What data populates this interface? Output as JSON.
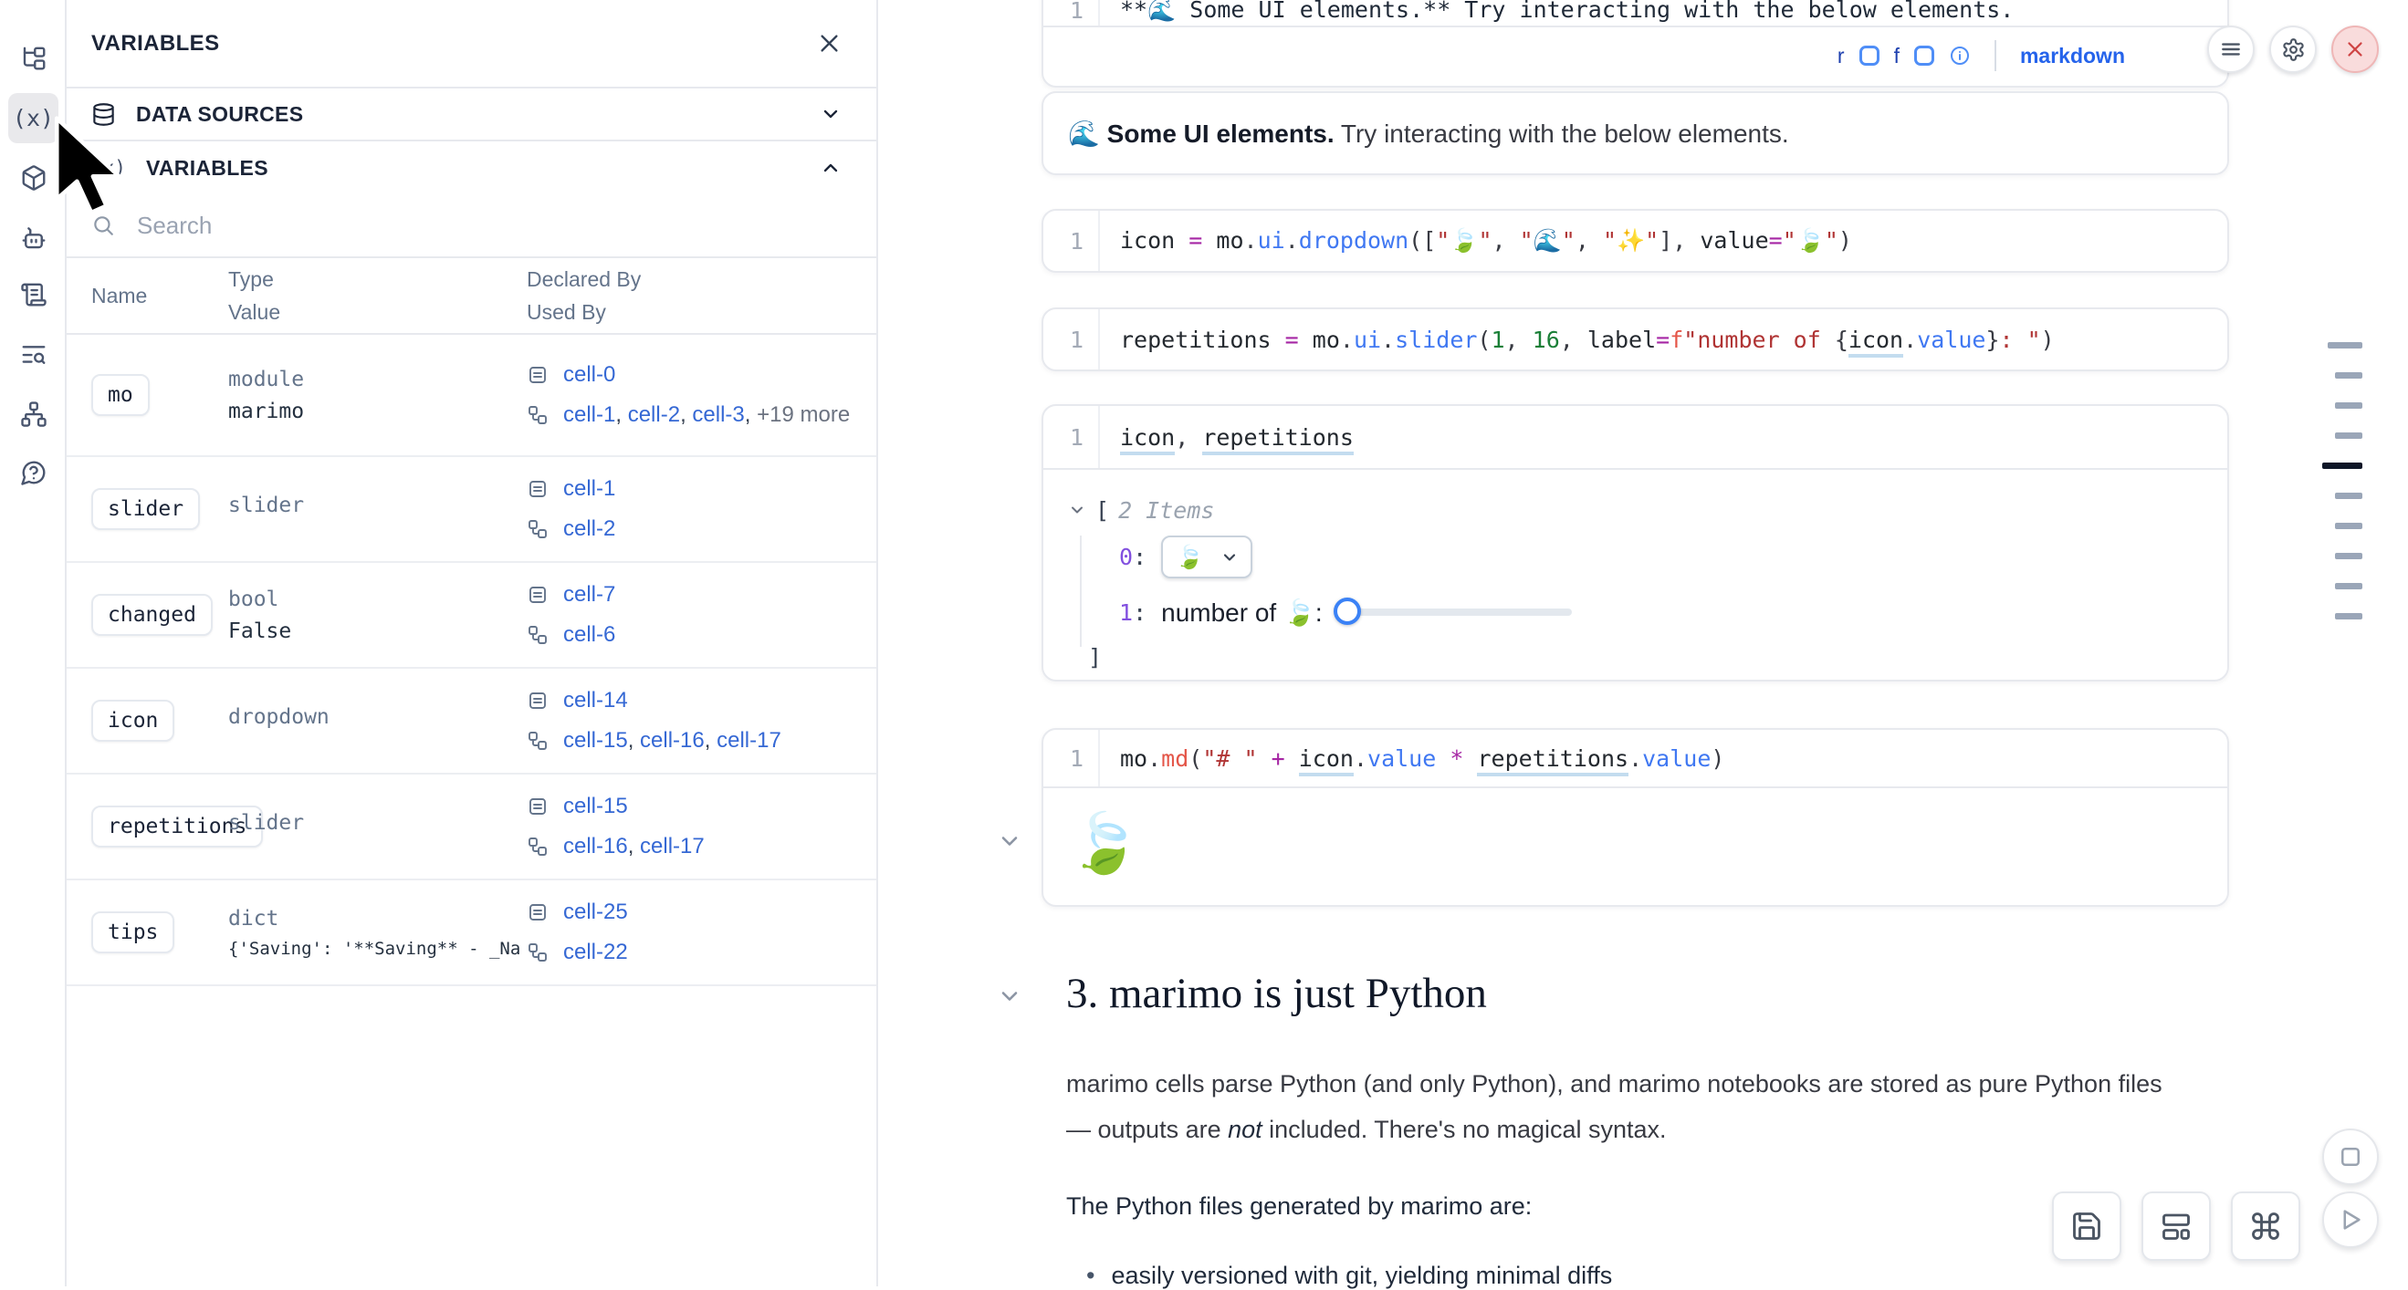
{
  "panel": {
    "title": "VARIABLES",
    "sections": {
      "data_sources": "DATA SOURCES",
      "variables": "VARIABLES"
    },
    "search_placeholder": "Search",
    "table": {
      "headers": {
        "name": "Name",
        "type": "Type",
        "value": "Value",
        "declared_by": "Declared By",
        "used_by": "Used By"
      },
      "rows": [
        {
          "name": "mo",
          "type": "module",
          "value": "marimo",
          "declared": "cell-0",
          "used_tokens": [
            {
              "t": "cell-1",
              "c": "link",
              "n": "cell-link",
              "i": true
            },
            {
              "t": ",  ",
              "c": "sep"
            },
            {
              "t": "cell-2",
              "c": "link",
              "n": "cell-link",
              "i": true
            },
            {
              "t": ",  ",
              "c": "sep"
            },
            {
              "t": "cell-3",
              "c": "link",
              "n": "cell-link",
              "i": true
            },
            {
              "t": ",  ",
              "c": "sep"
            },
            {
              "t": "+19 more",
              "c": "more",
              "n": "more-cells-label"
            }
          ]
        },
        {
          "name": "slider",
          "type": "slider",
          "value": "",
          "declared": "cell-1",
          "used_tokens": [
            {
              "t": "cell-2",
              "c": "link",
              "n": "cell-link",
              "i": true
            }
          ]
        },
        {
          "name": "changed",
          "type": "bool",
          "value": "False",
          "declared": "cell-7",
          "used_tokens": [
            {
              "t": "cell-6",
              "c": "link",
              "n": "cell-link",
              "i": true
            }
          ]
        },
        {
          "name": "icon",
          "type": "dropdown",
          "value": "",
          "declared": "cell-14",
          "used_tokens": [
            {
              "t": "cell-15",
              "c": "link",
              "n": "cell-link",
              "i": true
            },
            {
              "t": ",  ",
              "c": "sep"
            },
            {
              "t": "cell-16",
              "c": "link",
              "n": "cell-link",
              "i": true
            },
            {
              "t": ",  ",
              "c": "sep"
            },
            {
              "t": "cell-17",
              "c": "link",
              "n": "cell-link",
              "i": true
            }
          ]
        },
        {
          "name": "repetitions",
          "type": "slider",
          "value": "",
          "declared": "cell-15",
          "used_tokens": [
            {
              "t": "cell-16",
              "c": "link",
              "n": "cell-link",
              "i": true
            },
            {
              "t": ",  ",
              "c": "sep"
            },
            {
              "t": "cell-17",
              "c": "link",
              "n": "cell-link",
              "i": true
            }
          ]
        },
        {
          "name": "tips",
          "type": "dict",
          "value": "{'Saving': '**Saving** - _Na...",
          "declared": "cell-25",
          "used_tokens": [
            {
              "t": "cell-22",
              "c": "link",
              "n": "cell-link",
              "i": true
            }
          ]
        }
      ]
    }
  },
  "notebook": {
    "md_cell": {
      "line_no": "1",
      "source_tokens": [
        {
          "t": "**🌊 Some UI elements.** Try interacting with the below elements.",
          "c": "md"
        }
      ],
      "controls": {
        "r_label": "r",
        "f_label": "f",
        "language": "markdown"
      },
      "output_tokens": [
        {
          "t": "🌊 ",
          "c": "p"
        },
        {
          "t": "Some UI elements.",
          "c": "b"
        },
        {
          "t": " Try interacting with the below elements.",
          "c": "p"
        }
      ]
    },
    "cell_dropdown": {
      "line_no": "1",
      "tokens": [
        {
          "t": "icon",
          "c": "v"
        },
        {
          "t": " ",
          "c": "p"
        },
        {
          "t": "=",
          "c": "o"
        },
        {
          "t": " ",
          "c": "p"
        },
        {
          "t": "mo",
          "c": "v"
        },
        {
          "t": ".",
          "c": "p"
        },
        {
          "t": "ui",
          "c": "f"
        },
        {
          "t": ".",
          "c": "p"
        },
        {
          "t": "dropdown",
          "c": "f"
        },
        {
          "t": "([",
          "c": "p"
        },
        {
          "t": "\"🍃\"",
          "c": "s"
        },
        {
          "t": ", ",
          "c": "p"
        },
        {
          "t": "\"🌊\"",
          "c": "s"
        },
        {
          "t": ", ",
          "c": "p"
        },
        {
          "t": "\"✨\"",
          "c": "s"
        },
        {
          "t": "], ",
          "c": "p"
        },
        {
          "t": "value",
          "c": "v"
        },
        {
          "t": "=",
          "c": "o"
        },
        {
          "t": "\"🍃\"",
          "c": "s"
        },
        {
          "t": ")",
          "c": "p"
        }
      ]
    },
    "cell_slider": {
      "line_no": "1",
      "tokens": [
        {
          "t": "repetitions",
          "c": "v"
        },
        {
          "t": " ",
          "c": "p"
        },
        {
          "t": "=",
          "c": "o"
        },
        {
          "t": " ",
          "c": "p"
        },
        {
          "t": "mo",
          "c": "v"
        },
        {
          "t": ".",
          "c": "p"
        },
        {
          "t": "ui",
          "c": "f"
        },
        {
          "t": ".",
          "c": "p"
        },
        {
          "t": "slider",
          "c": "f"
        },
        {
          "t": "(",
          "c": "p"
        },
        {
          "t": "1",
          "c": "n"
        },
        {
          "t": ", ",
          "c": "p"
        },
        {
          "t": "16",
          "c": "n"
        },
        {
          "t": ", ",
          "c": "p"
        },
        {
          "t": "label",
          "c": "v"
        },
        {
          "t": "=",
          "c": "o"
        },
        {
          "t": "f",
          "c": "fs"
        },
        {
          "t": "\"number of ",
          "c": "s"
        },
        {
          "t": "{",
          "c": "p"
        },
        {
          "t": "icon",
          "c": "v",
          "u": true
        },
        {
          "t": ".",
          "c": "p"
        },
        {
          "t": "value",
          "c": "f"
        },
        {
          "t": "}",
          "c": "p"
        },
        {
          "t": ": \"",
          "c": "s"
        },
        {
          "t": ")",
          "c": "p"
        }
      ]
    },
    "cell_refs": {
      "line_no": "1",
      "tokens": [
        {
          "t": "icon",
          "c": "v",
          "u": true
        },
        {
          "t": ", ",
          "c": "p"
        },
        {
          "t": "repetitions",
          "c": "v",
          "u": true
        }
      ]
    },
    "tree_output": {
      "open_bracket": "[",
      "items_label": "2 Items",
      "index0": "0",
      "colon": ":",
      "dropdown_value": "🍃",
      "index1": "1",
      "slider_label": "number of 🍃:",
      "close_bracket": "]"
    },
    "cell_md_expr": {
      "line_no": "1",
      "tokens": [
        {
          "t": "mo",
          "c": "v"
        },
        {
          "t": ".",
          "c": "p"
        },
        {
          "t": "md",
          "c": "fs"
        },
        {
          "t": "(",
          "c": "p"
        },
        {
          "t": "\"# \"",
          "c": "s"
        },
        {
          "t": " ",
          "c": "p"
        },
        {
          "t": "+",
          "c": "o"
        },
        {
          "t": " ",
          "c": "p"
        },
        {
          "t": "icon",
          "c": "v",
          "u": true
        },
        {
          "t": ".",
          "c": "p"
        },
        {
          "t": "value",
          "c": "f"
        },
        {
          "t": " ",
          "c": "p"
        },
        {
          "t": "*",
          "c": "o"
        },
        {
          "t": " ",
          "c": "p"
        },
        {
          "t": "repetitions",
          "c": "v",
          "u": true
        },
        {
          "t": ".",
          "c": "p"
        },
        {
          "t": "value",
          "c": "f"
        },
        {
          "t": ")",
          "c": "p"
        }
      ]
    },
    "leaf_output": "🍃",
    "heading": "3. marimo is just Python",
    "para1_tokens": [
      {
        "t": "marimo cells parse Python (and only Python), and marimo notebooks are stored as pure Python files — outputs are ",
        "c": "p"
      },
      {
        "t": "not",
        "c": "em"
      },
      {
        "t": " included. There's no magical syntax.",
        "c": "p"
      }
    ],
    "para2": "The Python files generated by marimo are:",
    "bullet_dot": "•",
    "bullet1": "easily versioned with git, yielding minimal diffs"
  },
  "minimap_tokens": [
    {
      "c": "dashlong",
      "n": "cell-marker",
      "i": true
    },
    {
      "c": "dash",
      "n": "cell-marker",
      "i": true
    },
    {
      "c": "dash",
      "n": "cell-marker",
      "i": true
    },
    {
      "c": "dash",
      "n": "cell-marker",
      "i": true
    },
    {
      "c": "dashactive",
      "n": "cell-marker-active",
      "i": true
    },
    {
      "c": "dash",
      "n": "cell-marker",
      "i": true
    },
    {
      "c": "dash",
      "n": "cell-marker",
      "i": true
    },
    {
      "c": "dash",
      "n": "cell-marker",
      "i": true
    },
    {
      "c": "dash",
      "n": "cell-marker",
      "i": true
    },
    {
      "c": "dash",
      "n": "cell-marker",
      "i": true
    }
  ],
  "colors": {
    "link_blue": "#3568d4",
    "accent_blue": "#3b82f6",
    "danger_red": "#cf4444",
    "active_marker": "#0e1627"
  }
}
